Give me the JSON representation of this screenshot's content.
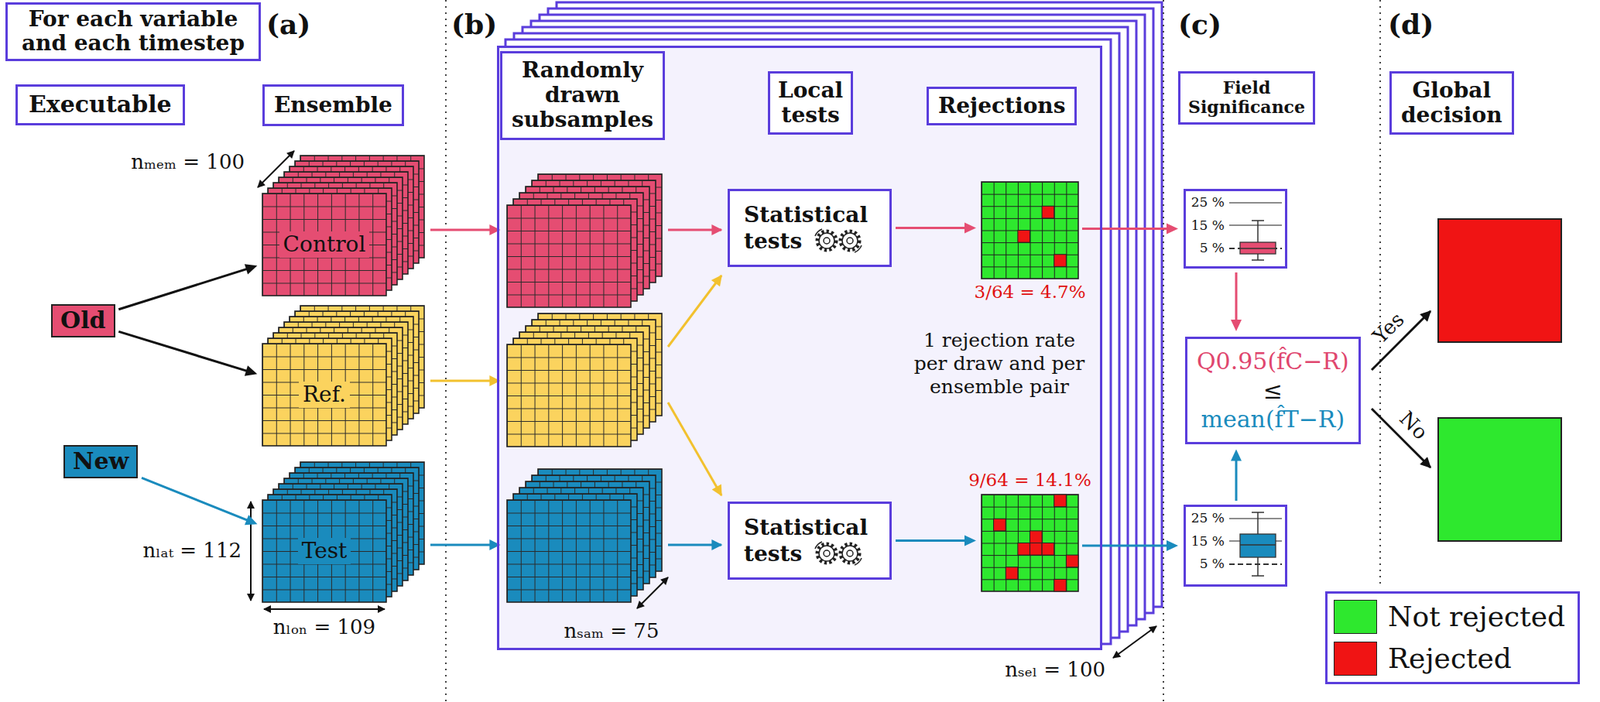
{
  "diagram": {
    "nodes": [
      {
        "text": [
          "For each variable and each timestep"
        ]
      },
      {
        "text": [
          "Executable"
        ]
      },
      {
        "text": [
          "Ensemble"
        ]
      },
      {
        "text": [
          "Old"
        ]
      },
      {
        "text": [
          "New"
        ]
      },
      {
        "text": [
          "Control"
        ]
      },
      {
        "text": [
          "Ref."
        ]
      },
      {
        "text": [
          "Test"
        ]
      },
      {
        "text": [
          "1 rejection rate per draw and per ensemble pair"
        ]
      },
      {
        "text": [
          "Randomly drawn subsamples"
        ],
        "in": 8
      },
      {
        "text": [
          "Local tests"
        ],
        "in": 8
      },
      {
        "text": [
          "Rejections"
        ],
        "in": 8
      },
      {
        "text": [
          "Statistical tests"
        ],
        "in": 8
      },
      {
        "text": [
          "Statistical tests"
        ],
        "in": 8
      },
      {
        "text": [
          "3/64 = 4.7%"
        ],
        "in": 8
      },
      {
        "text": [
          "9/64 = 14.1%"
        ],
        "in": 8
      },
      {
        "text": [
          "Field Significance"
        ]
      },
      {
        "text": [
          "25 %",
          "15 %",
          "5 %"
        ]
      },
      {
        "text": [
          "Q0.95(f̂C−R)",
          "≤",
          "mean(f̂T−R)"
        ]
      },
      {
        "text": [
          "25 %",
          "15 %",
          "5 %"
        ]
      },
      {
        "text": [
          "Global decision"
        ]
      }
    ],
    "edges": [
      {
        "from": 3,
        "to": 5,
        "arrow": "to"
      },
      {
        "from": 3,
        "to": 6,
        "arrow": "to"
      },
      {
        "from": 4,
        "to": 7,
        "arrow": "to"
      },
      {
        "from": 12,
        "to": 14,
        "arrow": "to"
      },
      {
        "from": 13,
        "to": 15,
        "arrow": "to"
      },
      {
        "from": 14,
        "to": 17,
        "arrow": "to"
      },
      {
        "from": 15,
        "to": 19,
        "arrow": "to"
      },
      {
        "from": 17,
        "to": 18,
        "arrow": "to"
      },
      {
        "from": 19,
        "to": 18,
        "arrow": "to"
      }
    ],
    "labels": [
      "(a)",
      "nₘₑₘ = 100",
      "nₗₐₜ = 112",
      "nₗₒₙ = 109",
      "(b)",
      "nₛₐₘ = 75",
      "nₛₑₗ = 100",
      "(c)",
      "(d)",
      "Yes",
      "No"
    ],
    "legend": [
      {
        "text": "Not rejected",
        "color": "#2ee82e"
      },
      {
        "text": "Rejected",
        "color": "#f01414"
      }
    ]
  }
}
